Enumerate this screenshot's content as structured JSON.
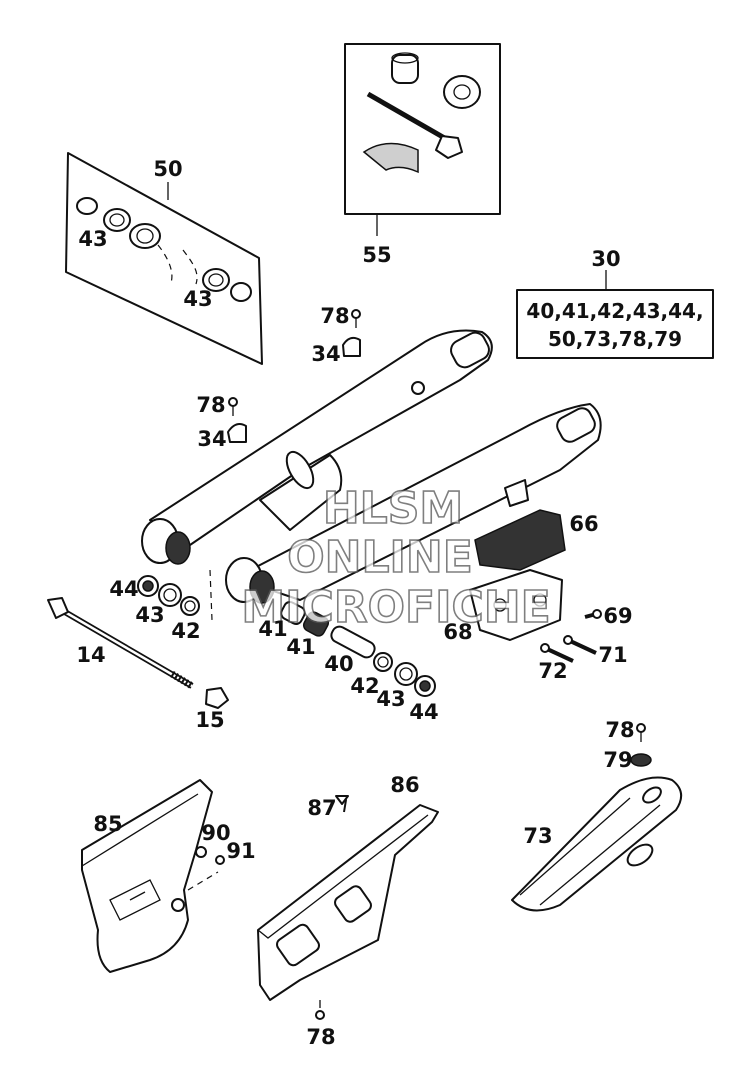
{
  "labels": {
    "l50": "50",
    "l55": "55",
    "l30": "30",
    "l43a": "43",
    "l43b": "43",
    "l78a": "78",
    "l34a": "34",
    "l78b": "78",
    "l34b": "34",
    "l66": "66",
    "l69": "69",
    "l68": "68",
    "l71": "71",
    "l72": "72",
    "l44a": "44",
    "l43c": "43",
    "l42a": "42",
    "l14": "14",
    "l15": "15",
    "l41a": "41",
    "l41b": "41",
    "l40": "40",
    "l42b": "42",
    "l43d": "43",
    "l44b": "44",
    "l78c": "78",
    "l79": "79",
    "l73": "73",
    "l85": "85",
    "l90": "90",
    "l91": "91",
    "l87": "87",
    "l86": "86",
    "l78d": "78"
  },
  "kit_box": {
    "line1": "40,41,42,43,44,",
    "line2": "50,73,78,79"
  },
  "watermark": {
    "line1": "HLSM",
    "line2": "ONLINE",
    "line3": "MICROFICHE"
  }
}
